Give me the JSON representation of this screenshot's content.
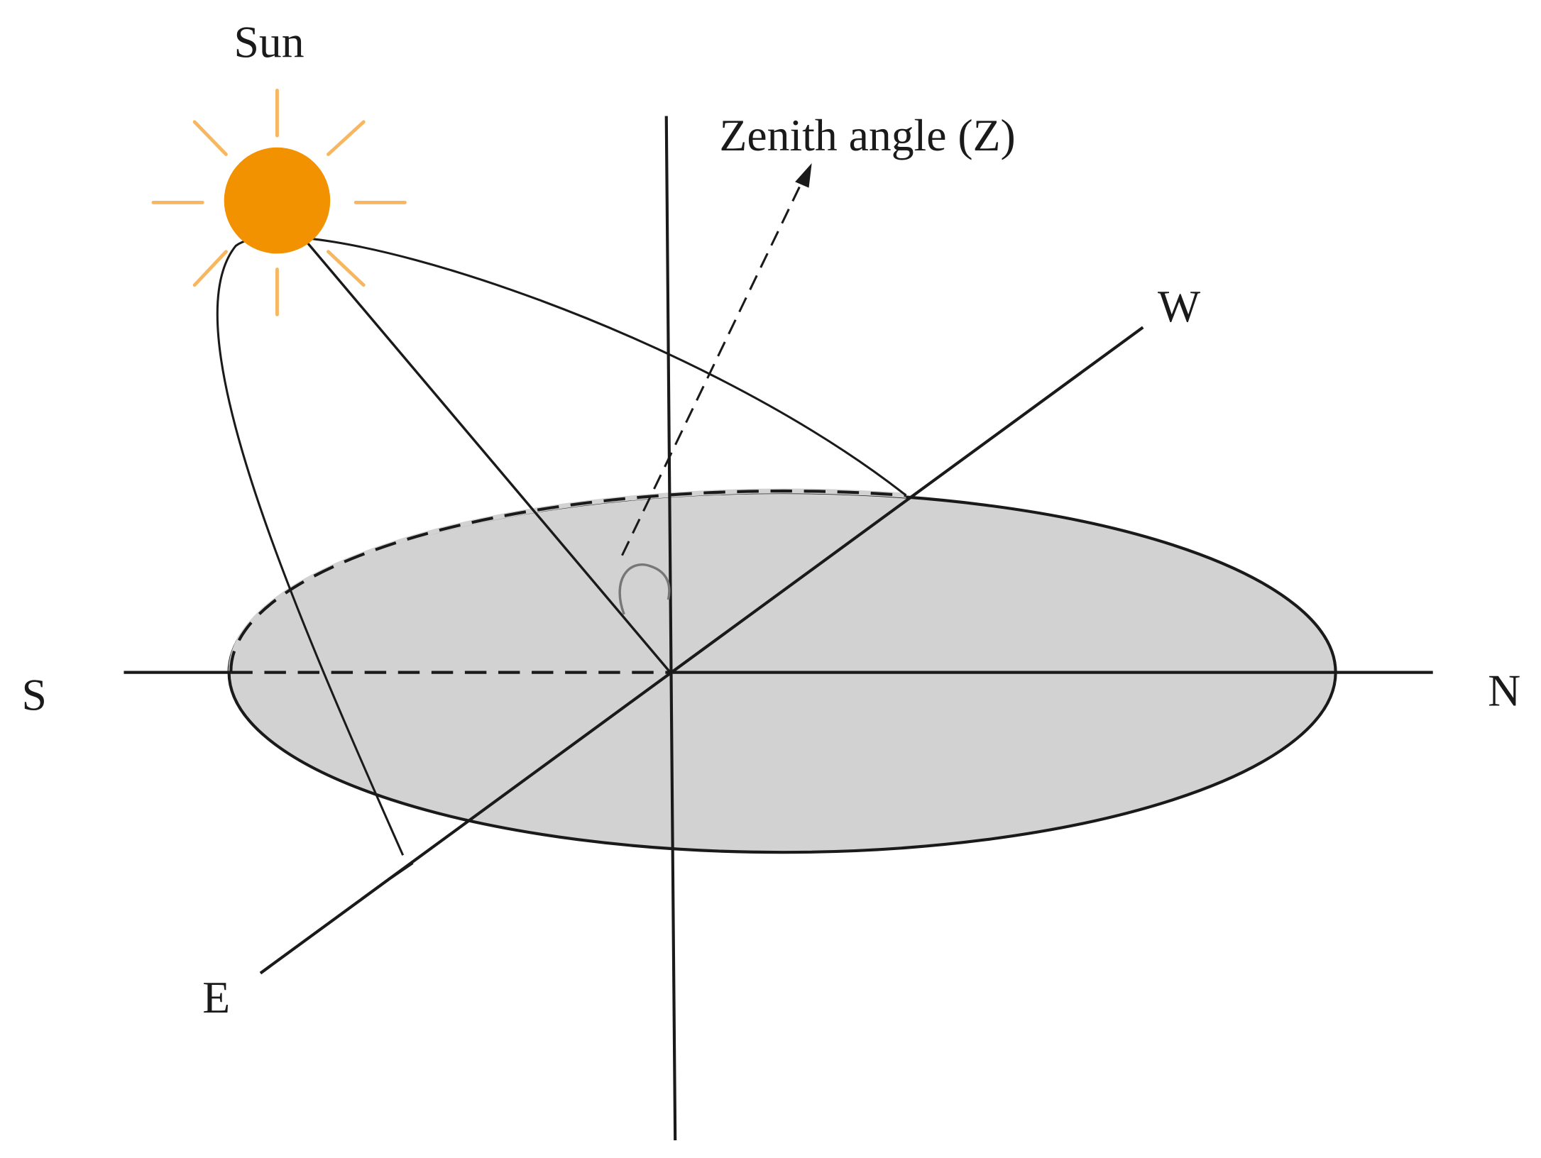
{
  "labels": {
    "sun": "Sun",
    "zenith_angle": "Zenith angle (Z)",
    "north": "N",
    "south": "S",
    "east": "E",
    "west": "W"
  },
  "colors": {
    "sun_fill": "#f39200",
    "sun_rays": "#f7b760",
    "ground_plane": "#d3d2d3",
    "lines": "#1a1a1a",
    "angle_arc": "#777777",
    "background": "#ffffff"
  },
  "icons": {
    "sun": "sun-icon"
  }
}
